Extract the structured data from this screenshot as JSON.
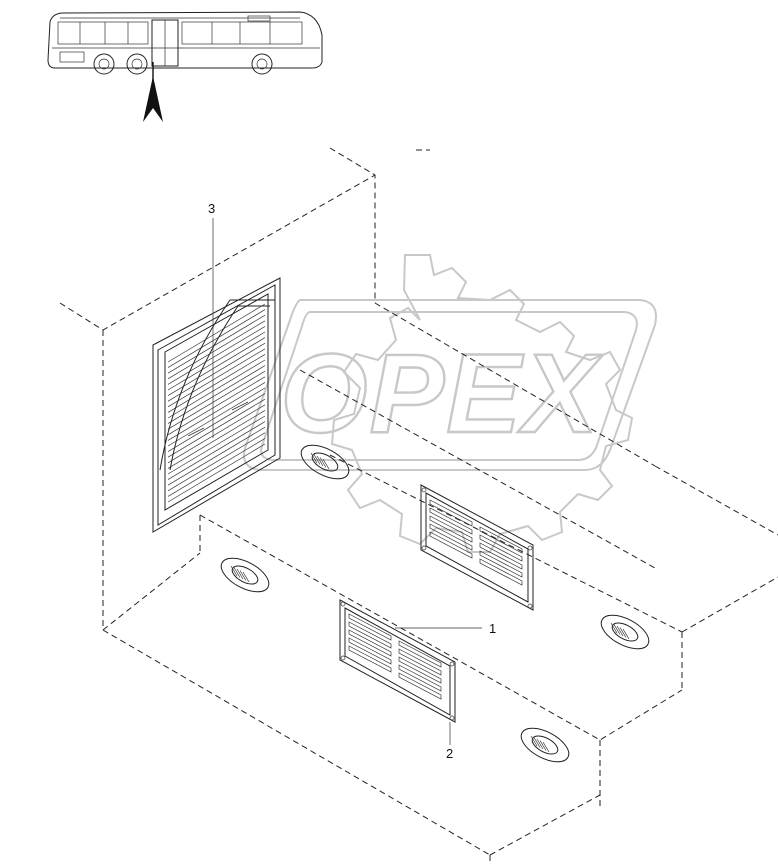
{
  "callouts": [
    {
      "id": "1",
      "text": "1"
    },
    {
      "id": "2",
      "text": "2"
    },
    {
      "id": "3",
      "text": "3"
    }
  ],
  "watermark": {
    "text": "OPEX"
  },
  "colors": {
    "line": "#222222",
    "watermark": "#c8c8c8",
    "background": "#ffffff"
  }
}
